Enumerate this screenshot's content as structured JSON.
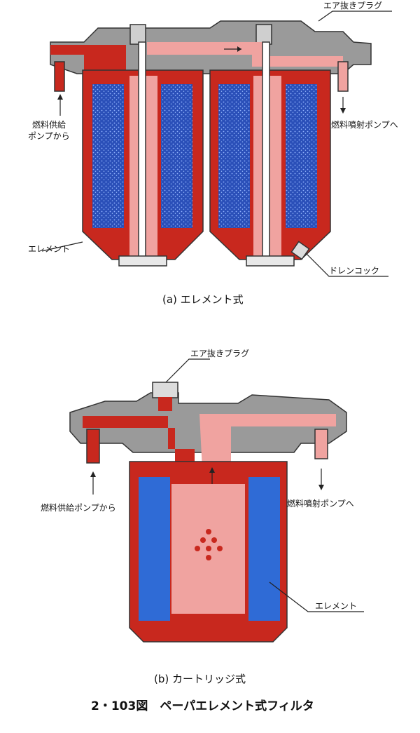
{
  "figure_a": {
    "label_air_vent_plug": "エア抜きプラグ",
    "label_from_pump_line1": "燃料供給",
    "label_from_pump_line2": "ポンプから",
    "label_to_injection_pump": "燃料噴射ポンプへ",
    "label_element": "エレメント",
    "label_drain_cock": "ドレンコック",
    "caption": "(a) エレメント式"
  },
  "figure_b": {
    "label_air_vent_plug": "エア抜きプラグ",
    "label_from_pump": "燃料供給ポンプから",
    "label_to_injection_pump": "燃料噴射ポンプへ",
    "label_element": "エレメント",
    "caption": "(b) カートリッジ式"
  },
  "figure_title": "2・103図　ペーパエレメント式フィルタ",
  "colors": {
    "body_gray": "#9a9a9a",
    "fuel_dark_red": "#c8281e",
    "fuel_light_pink": "#f0a3a0",
    "element_blue_a": "#2a4fb8",
    "element_blue_b": "#2f6bd6"
  }
}
